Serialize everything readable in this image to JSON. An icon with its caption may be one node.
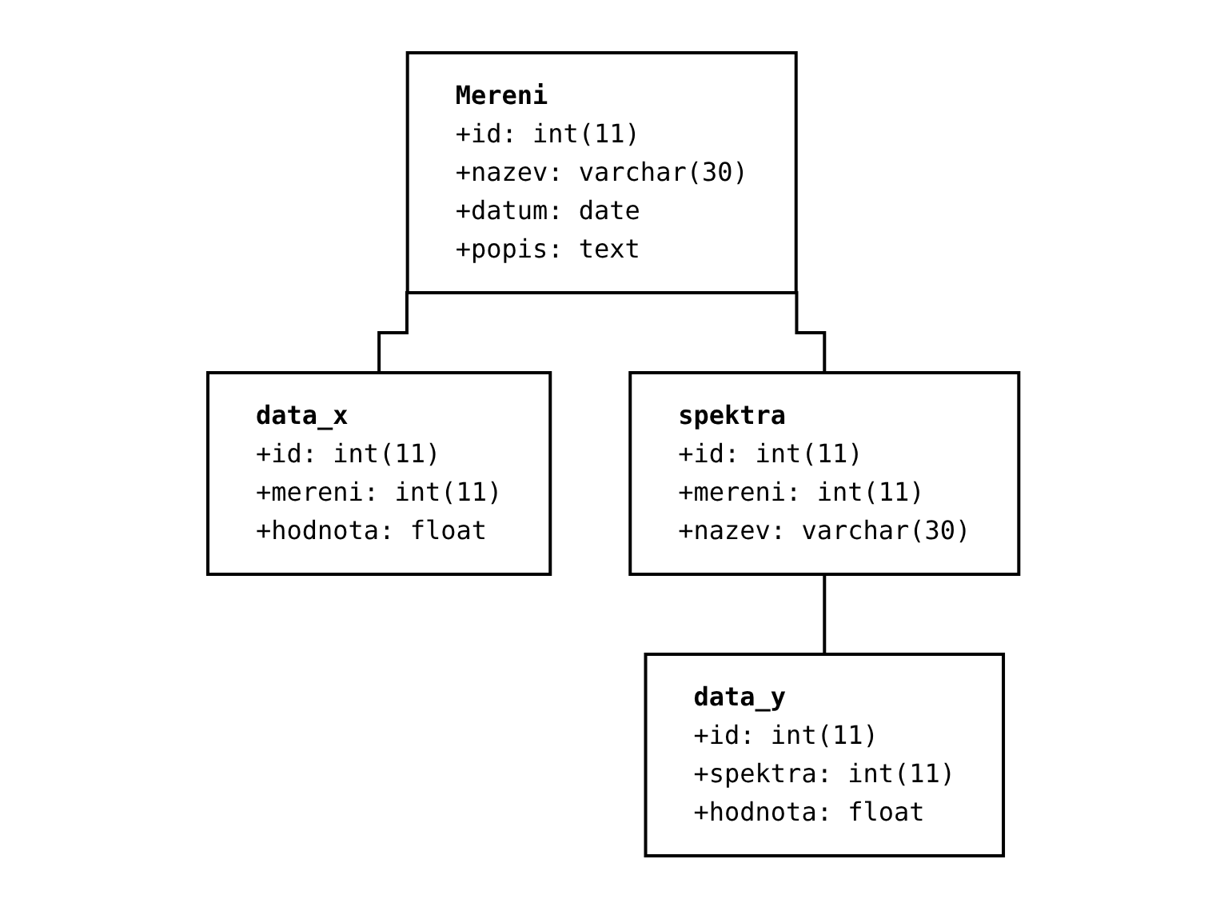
{
  "diagram": {
    "nodes": [
      {
        "text": [
          "Mereni",
          "+id: int(11)",
          "+nazev: varchar(30)",
          "+datum: date",
          "+popis: text"
        ]
      },
      {
        "text": [
          "data_x",
          "+id: int(11)",
          "+mereni: int(11)",
          "+hodnota: float"
        ]
      },
      {
        "text": [
          "spektra",
          "+id: int(11)",
          "+mereni: int(11)",
          "+nazev: varchar(30)"
        ]
      },
      {
        "text": [
          "data_y",
          "+id: int(11)",
          "+spektra: int(11)",
          "+hodnota: float"
        ]
      }
    ],
    "edges": [
      {
        "from": 0,
        "to": 1,
        "arrow": "none"
      },
      {
        "from": 0,
        "to": 2,
        "arrow": "none"
      },
      {
        "from": 2,
        "to": 3,
        "arrow": "none"
      }
    ]
  }
}
